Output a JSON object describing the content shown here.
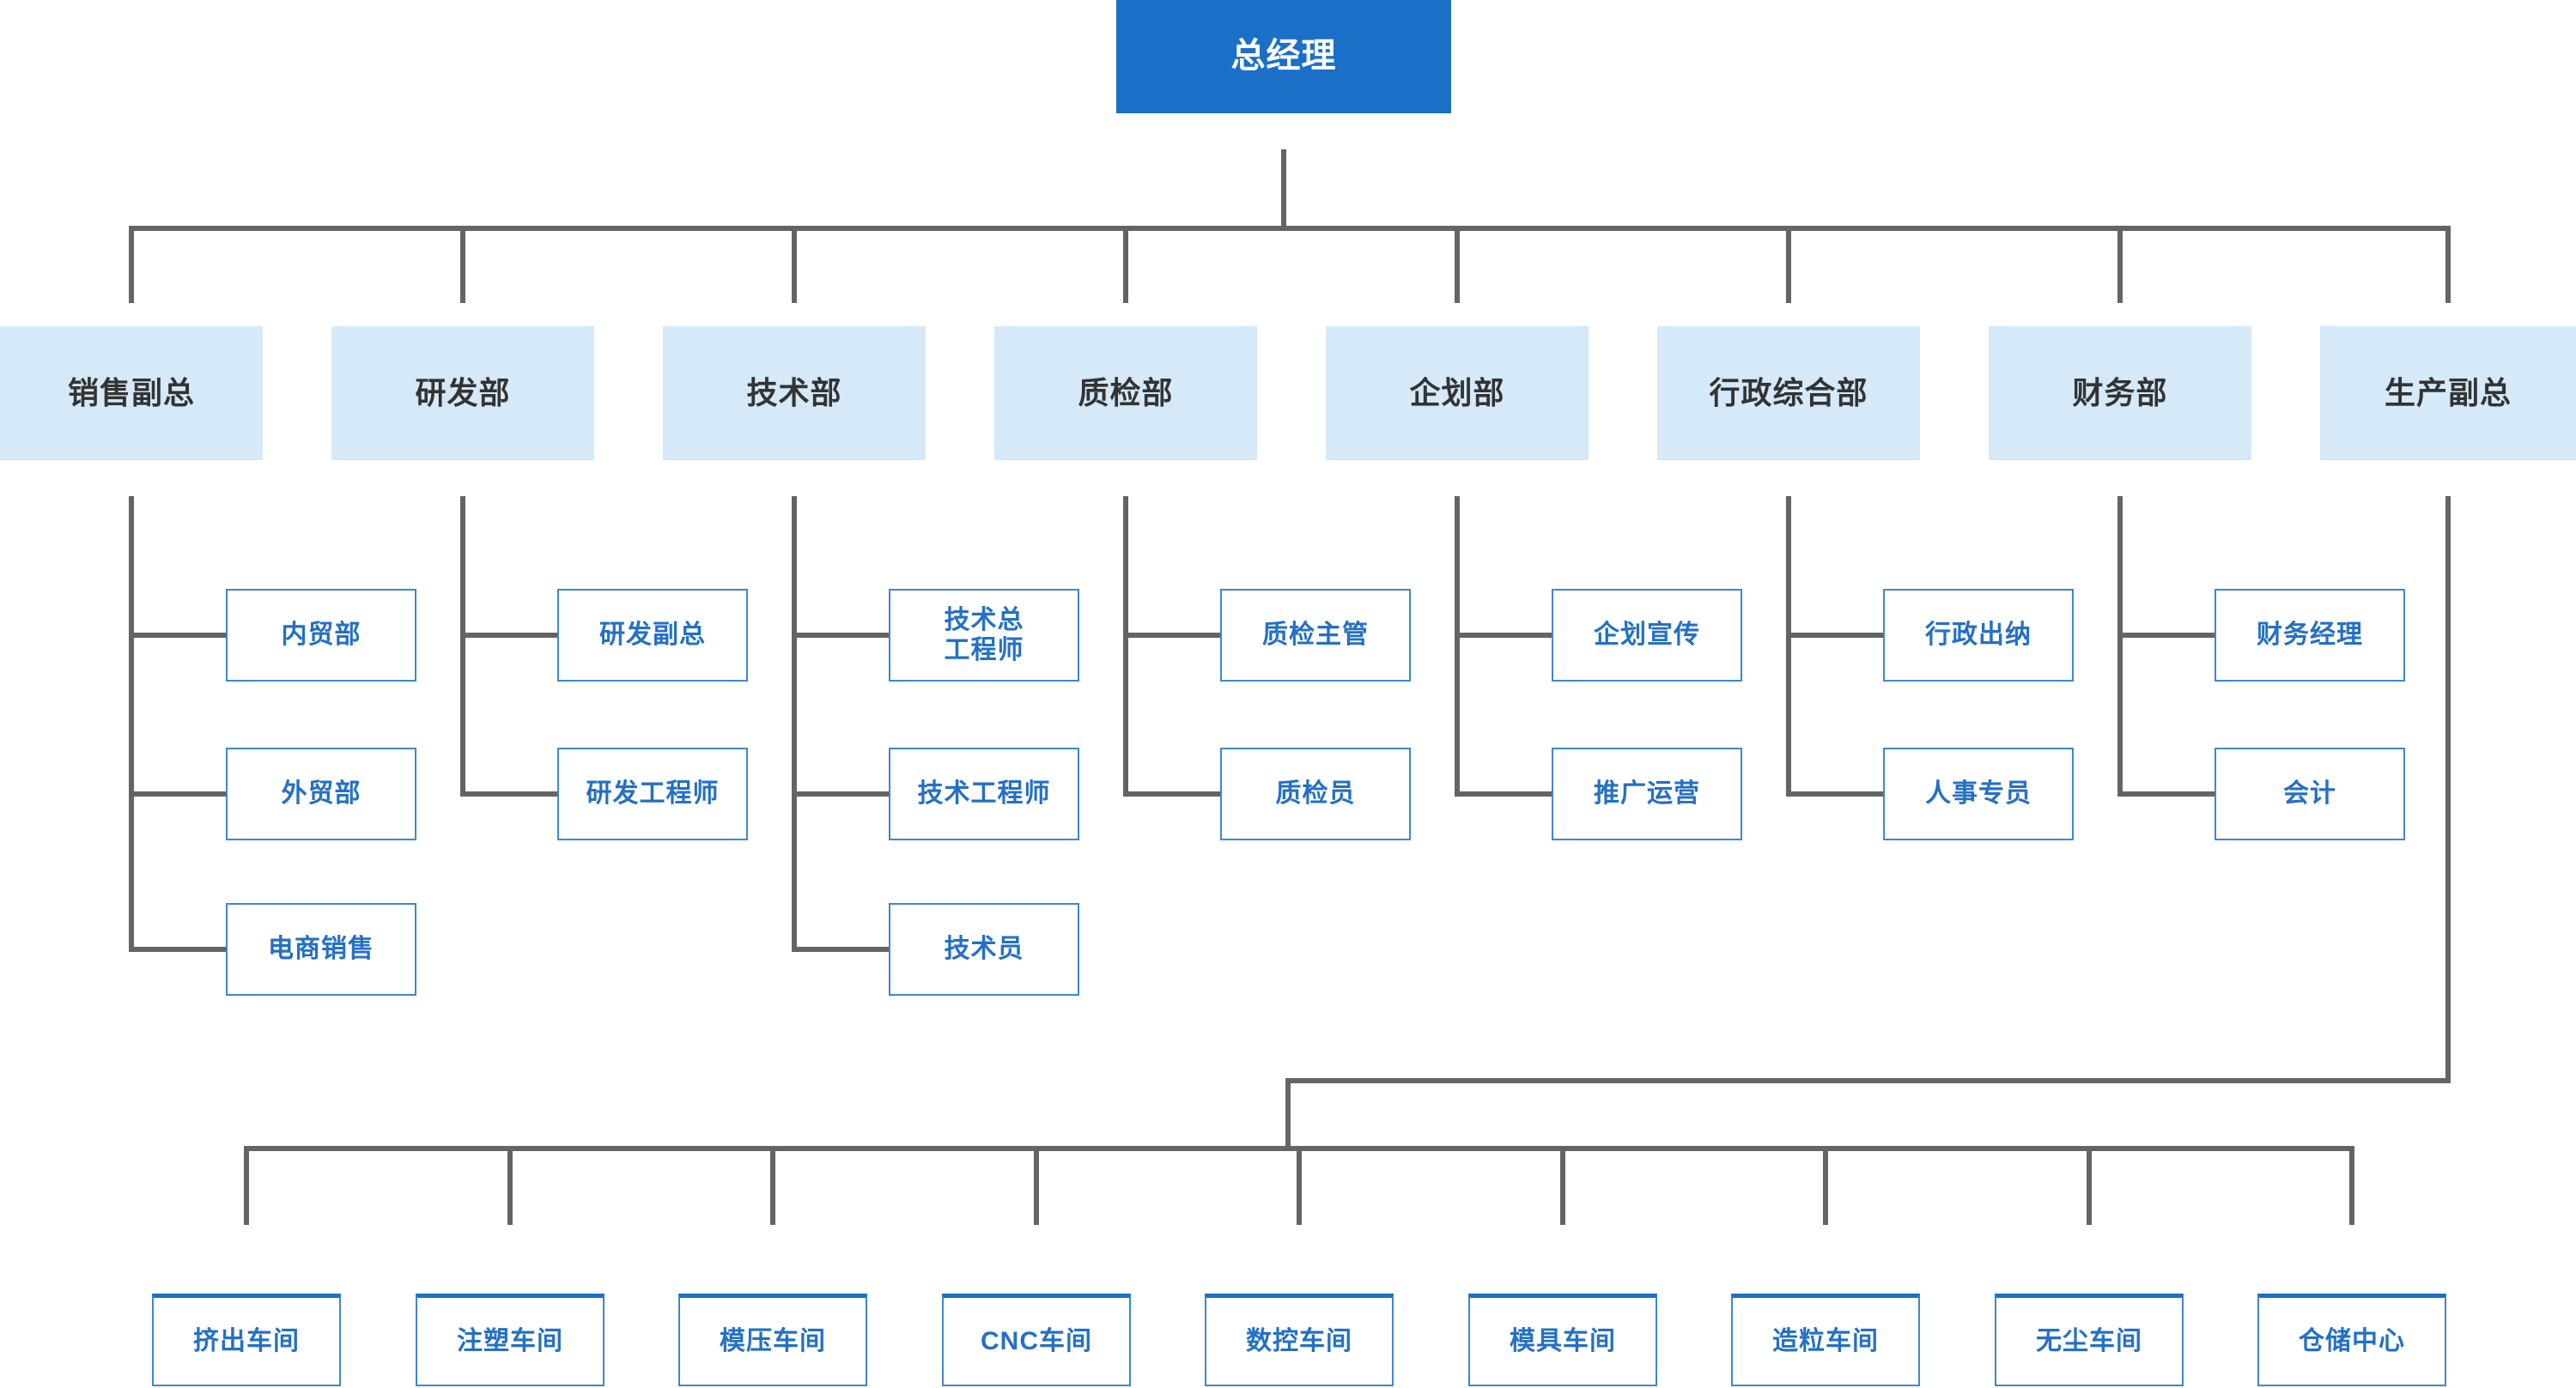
{
  "colors": {
    "primary_blue": "#1a70c7",
    "light_blue": "#d5e9f8",
    "node_border": "#3e87d1",
    "node_text": "#2470c5",
    "dept_text": "#333333",
    "connector": "#646464"
  },
  "root": {
    "label": "总经理"
  },
  "departments": [
    {
      "label": "销售副总",
      "children": [
        "内贸部",
        "外贸部",
        "电商销售"
      ]
    },
    {
      "label": "研发部",
      "children": [
        "研发副总",
        "研发工程师"
      ]
    },
    {
      "label": "技术部",
      "children": [
        "技术总\n工程师",
        "技术工程师",
        "技术员"
      ]
    },
    {
      "label": "质检部",
      "children": [
        "质检主管",
        "质检员"
      ]
    },
    {
      "label": "企划部",
      "children": [
        "企划宣传",
        "推广运营"
      ]
    },
    {
      "label": "行政综合部",
      "children": [
        "行政出纳",
        "人事专员"
      ]
    },
    {
      "label": "财务部",
      "children": [
        "财务经理",
        "会计"
      ]
    },
    {
      "label": "生产副总",
      "children": [
        "挤出车间",
        "注塑车间",
        "模压车间",
        "CNC车间",
        "数控车间",
        "模具车间",
        "造粒车间",
        "无尘车间",
        "仓储中心"
      ]
    }
  ]
}
